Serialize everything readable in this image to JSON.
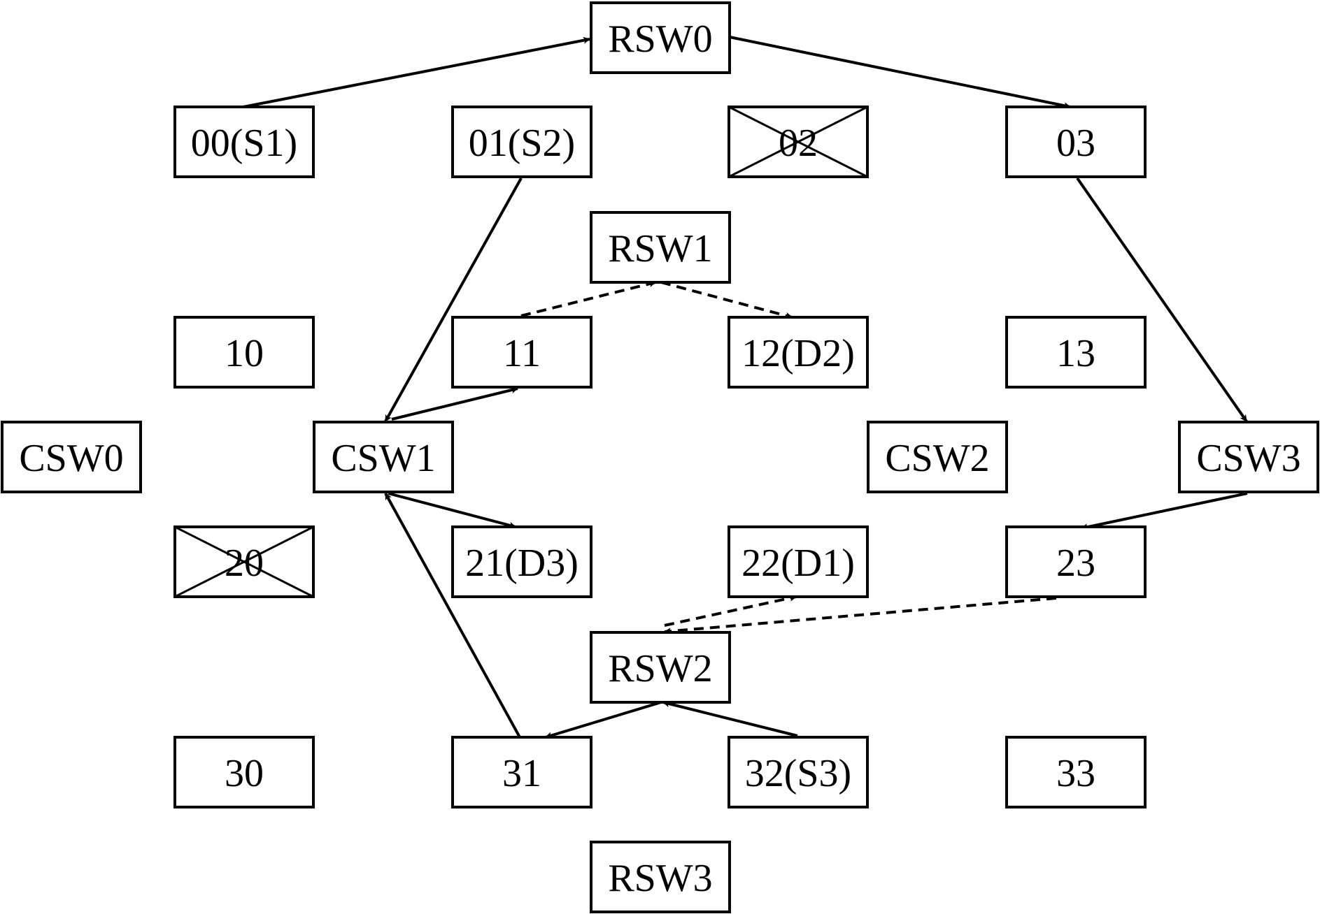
{
  "nodes": [
    {
      "id": "RSW0",
      "label": "RSW0"
    },
    {
      "id": "00",
      "label": "00(S1)"
    },
    {
      "id": "01",
      "label": "01(S2)"
    },
    {
      "id": "02",
      "label": "02",
      "failed": true
    },
    {
      "id": "03",
      "label": "03"
    },
    {
      "id": "RSW1",
      "label": "RSW1"
    },
    {
      "id": "10",
      "label": "10"
    },
    {
      "id": "11",
      "label": "11"
    },
    {
      "id": "12",
      "label": "12(D2)"
    },
    {
      "id": "13",
      "label": "13"
    },
    {
      "id": "CSW0",
      "label": "CSW0"
    },
    {
      "id": "CSW1",
      "label": "CSW1"
    },
    {
      "id": "CSW2",
      "label": "CSW2"
    },
    {
      "id": "CSW3",
      "label": "CSW3"
    },
    {
      "id": "20",
      "label": "20",
      "failed": true
    },
    {
      "id": "21",
      "label": "21(D3)"
    },
    {
      "id": "22",
      "label": "22(D1)"
    },
    {
      "id": "23",
      "label": "23"
    },
    {
      "id": "RSW2",
      "label": "RSW2"
    },
    {
      "id": "30",
      "label": "30"
    },
    {
      "id": "31",
      "label": "31"
    },
    {
      "id": "32",
      "label": "32(S3)"
    },
    {
      "id": "33",
      "label": "33"
    },
    {
      "id": "RSW3",
      "label": "RSW3"
    }
  ],
  "edges": [
    {
      "from": "00",
      "to": "RSW0",
      "style": "solid"
    },
    {
      "from": "RSW0",
      "to": "03",
      "style": "solid"
    },
    {
      "from": "03",
      "to": "CSW3",
      "style": "solid"
    },
    {
      "from": "CSW3",
      "to": "23",
      "style": "solid"
    },
    {
      "from": "23",
      "to": "RSW2",
      "style": "dashed"
    },
    {
      "from": "RSW2",
      "to": "22",
      "style": "dashed"
    },
    {
      "from": "01",
      "to": "CSW1",
      "style": "solid"
    },
    {
      "from": "CSW1",
      "to": "11",
      "style": "solid"
    },
    {
      "from": "11",
      "to": "RSW1",
      "style": "dashed"
    },
    {
      "from": "RSW1",
      "to": "12",
      "style": "dashed"
    },
    {
      "from": "32",
      "to": "RSW2",
      "style": "solid"
    },
    {
      "from": "RSW2",
      "to": "31",
      "style": "solid"
    },
    {
      "from": "31",
      "to": "CSW1",
      "style": "solid"
    },
    {
      "from": "CSW1",
      "to": "21",
      "style": "solid"
    }
  ]
}
